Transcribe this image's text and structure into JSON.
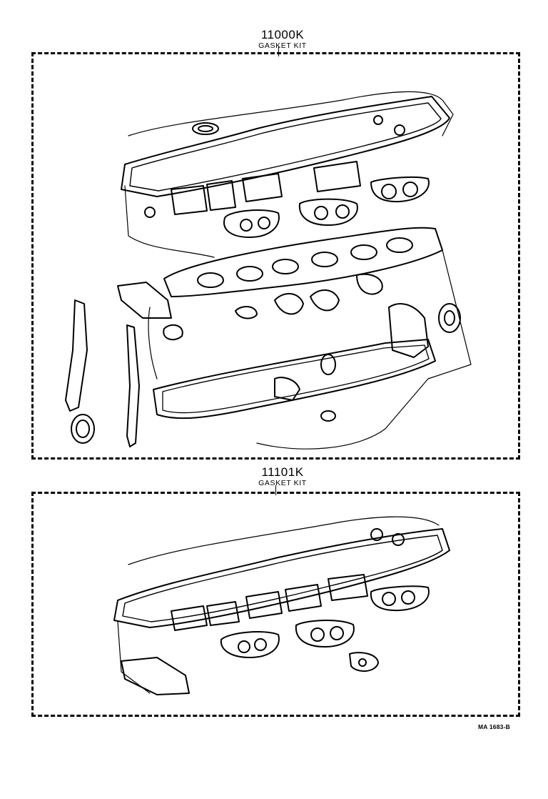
{
  "kits": [
    {
      "part_number": "11000K",
      "name": "GASKET KIT"
    },
    {
      "part_number": "11101K",
      "name": "GASKET KIT"
    }
  ],
  "figure_code": "MA 1683-B",
  "icons": [
    "engine-full-gasket-set-illustration",
    "cylinder-head-gasket-set-illustration"
  ]
}
